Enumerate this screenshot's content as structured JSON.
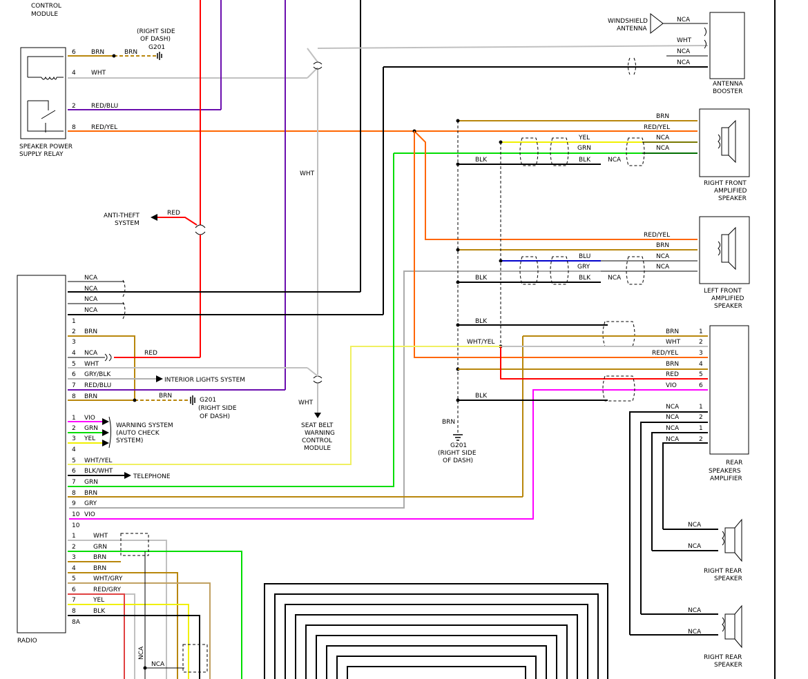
{
  "colors": {
    "BRN": "#b8860b",
    "WHT": "#c0c0c0",
    "RED": "#ff0000",
    "RED/BLU": "#6a0dad",
    "RED/YEL": "#ff6600",
    "BLK": "#000000",
    "YEL": "#f0f000",
    "GRN": "#00dd00",
    "GRY": "#aaaaaa",
    "BLU": "#0000cc",
    "VIO": "#ff00ff",
    "NCA": "#000000",
    "WHT/YEL": "#f0f060",
    "WHT/GRY": "#c0a060",
    "RED/GRY": "#e04040",
    "BLK/WHT": "#000000",
    "GRY/BLK": "#b0b0b0"
  },
  "components": {
    "control_module_top": "CONTROL\nMODULE",
    "speaker_relay": "SPEAKER POWER\nSUPPLY RELAY",
    "g201_top": "(RIGHT SIDE\nOF DASH)",
    "g201_label": "G201",
    "anti_theft": "ANTI-THEFT\nSYSTEM",
    "windshield_antenna": "WINDSHIELD\nANTENNA",
    "antenna_booster": "ANTENNA\nBOOSTER",
    "right_front_speaker": "RIGHT FRONT\nAMPLIFIED\nSPEAKER",
    "left_front_speaker": "LEFT FRONT\nAMPLIFIED\nSPEAKER",
    "rear_amp": "REAR\nSPEAKERS\nAMPLIFIER",
    "right_rear_1": "RIGHT REAR\nSPEAKER",
    "right_rear_2": "RIGHT REAR\nSPEAKER",
    "radio": "RADIO",
    "interior_lights": "INTERIOR LIGHTS SYSTEM",
    "warning_system": "WARNING SYSTEM\n(AUTO CHECK\nSYSTEM)",
    "telephone": "TELEPHONE",
    "seat_belt": "SEAT BELT\nWARNING\nCONTROL\nMODULE",
    "g201_mid": "G201\n(RIGHT SIDE\nOF DASH)",
    "g201_radio": "G201\n(RIGHT SIDE\nOF DASH)"
  },
  "wire_labels": {
    "relay": [
      {
        "pin": "6",
        "color": "BRN"
      },
      {
        "pin": "4",
        "color": "WHT"
      },
      {
        "pin": "2",
        "color": "RED/BLU"
      },
      {
        "pin": "8",
        "color": "RED/YEL"
      }
    ],
    "radio_c1": [
      {
        "pin": "",
        "color": "NCA"
      },
      {
        "pin": "",
        "color": "NCA"
      },
      {
        "pin": "",
        "color": "NCA"
      },
      {
        "pin": "",
        "color": "NCA"
      },
      {
        "pin": "1",
        "color": ""
      },
      {
        "pin": "2",
        "color": "BRN"
      },
      {
        "pin": "3",
        "color": ""
      },
      {
        "pin": "4",
        "color": "NCA"
      },
      {
        "pin": "5",
        "color": "WHT"
      },
      {
        "pin": "6",
        "color": "GRY/BLK"
      },
      {
        "pin": "7",
        "color": "RED/BLU"
      },
      {
        "pin": "8",
        "color": "BRN"
      }
    ],
    "radio_c2": [
      {
        "pin": "1",
        "color": "VIO"
      },
      {
        "pin": "2",
        "color": "GRN"
      },
      {
        "pin": "3",
        "color": "YEL"
      },
      {
        "pin": "4",
        "color": ""
      },
      {
        "pin": "5",
        "color": "WHT/YEL"
      },
      {
        "pin": "6",
        "color": "BLK/WHT"
      },
      {
        "pin": "7",
        "color": "GRN"
      },
      {
        "pin": "8",
        "color": "BRN"
      },
      {
        "pin": "9",
        "color": "GRY"
      },
      {
        "pin": "10",
        "color": "VIO"
      },
      {
        "pin": "10",
        "color": ""
      }
    ],
    "radio_c3": [
      {
        "pin": "1",
        "color": "WHT"
      },
      {
        "pin": "2",
        "color": "GRN"
      },
      {
        "pin": "3",
        "color": "BRN"
      },
      {
        "pin": "4",
        "color": "BRN"
      },
      {
        "pin": "5",
        "color": "WHT/GRY"
      },
      {
        "pin": "6",
        "color": "RED/GRY"
      },
      {
        "pin": "7",
        "color": "YEL"
      },
      {
        "pin": "8",
        "color": "BLK"
      },
      {
        "pin": "8A",
        "color": ""
      }
    ],
    "antenna": [
      "NCA",
      "WHT",
      "NCA",
      "NCA"
    ],
    "rf_speaker": [
      "BRN",
      "RED/YEL",
      "YEL",
      "GRN",
      "BLK",
      "NCA",
      "NCA",
      "NCA"
    ],
    "lf_speaker": [
      "RED/YEL",
      "BRN",
      "BLU",
      "GRY",
      "BLK",
      "NCA",
      "NCA",
      "NCA"
    ],
    "rear_amp_in": [
      {
        "pin": "1",
        "color": "BRN"
      },
      {
        "pin": "2",
        "color": "WHT"
      },
      {
        "pin": "3",
        "color": "RED/YEL"
      },
      {
        "pin": "4",
        "color": "BRN"
      },
      {
        "pin": "5",
        "color": "RED"
      },
      {
        "pin": "6",
        "color": "VIO"
      }
    ],
    "rear_amp_out": [
      {
        "pin": "1",
        "color": "NCA"
      },
      {
        "pin": "2",
        "color": "NCA"
      },
      {
        "pin": "1",
        "color": "NCA"
      },
      {
        "pin": "2",
        "color": "NCA"
      }
    ],
    "misc": {
      "brn": "BRN",
      "wht": "WHT",
      "red": "RED",
      "blk": "BLK",
      "nca": "NCA",
      "whtyel": "WHT/YEL",
      "brn_g": "BRN"
    }
  }
}
